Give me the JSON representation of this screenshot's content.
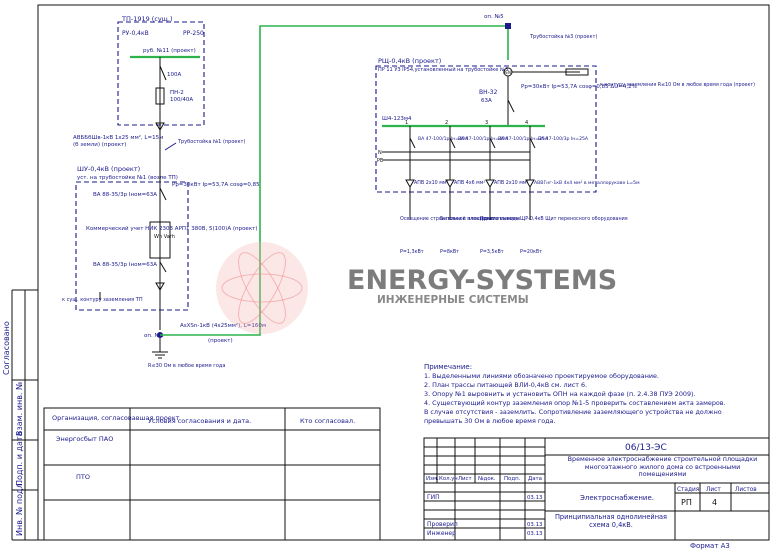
{
  "tp": {
    "title": "ТП-1919 (сущ.)",
    "ru": "РУ-0,4кВ",
    "rp": "РР-250",
    "cell": "руб. №11 (проект)",
    "current": "100А",
    "fuse": "ПН-2",
    "fuse_rating": "100/40А"
  },
  "cable_main": {
    "label": "АВББбШв-1кВ 1х25 мм², L=15м",
    "note": "(б земли) (проект)"
  },
  "pillar1": {
    "label": "Трубостойка №1 (проект)",
    "number": "оп. №1",
    "ground": "R≤30 Ом в любое время года"
  },
  "pillar5": {
    "label": "оп. №5",
    "stand": "Трубостойка №3 (проект)"
  },
  "shu": {
    "title": "ШУ-0,4кВ (проект)",
    "note": "уст. на трубостойке №1 (возле ТП)",
    "breaker1": "ВА 88-35/3р Iном=63А",
    "params": "Рр=30кВт Iр=53,7А cosφ=0,85",
    "meter": "Коммерческий учет НИК 2303 АРП1 380В, 5(100)А (проект)",
    "meter_sym": "Wh Varh",
    "breaker2": "ВА 88-35/3р Iном=63А",
    "ground": "к сущ. контуру заземления ТП"
  },
  "cable_line": {
    "label": "АsXSn-1кВ (4х25мм²), L=160м",
    "note": "(проект)"
  },
  "rsh": {
    "title": "РЩ-0,4кВ (проект)",
    "note": "ПР 11 УЗ IP54,установленный на трубостойке №3",
    "switch": "ВН-32",
    "switch_rating": "63А",
    "params": "Рр=30кВт Iр=53,7А cosφ=0,85 ΔU=4,2%",
    "bus": "Ш4-123м4",
    "pe_note": "к контуру заземления R≤10 Ом в любое время года (проект)",
    "lines": [
      {
        "br": "ВА 47-100/1р Iн=40А",
        "n": "1",
        "cable": "АПВ 2х10 мм²",
        "load": "Освещение строительной площадки",
        "p": "Р=1,3кВт"
      },
      {
        "br": "ВА 47-100/1р Iн=40А",
        "n": "2",
        "cable": "АПВ 4х6 мм²",
        "load": "Бытовки с электро отоплением",
        "p": "Р=8кВт"
      },
      {
        "br": "ВА 47-100/1р Iн=25А",
        "n": "3",
        "cable": "АПВ 2х10 мм²",
        "load": "Прочие выводы",
        "p": "Р=3,5кВт"
      },
      {
        "br": "ВА 47-100/3р Iн=25А",
        "n": "4",
        "cable": "АВВГнг-1кВ 4х4 мм² в металлорукаве L=5м",
        "load": "ЩР-0,4кВ Щит переносного оборудования",
        "p": "Р=20кВт"
      }
    ]
  },
  "watermark": {
    "brand": "ENERGY-SYSTEMS",
    "tagline": "ИНЖЕНЕРНЫЕ СИСТЕМЫ"
  },
  "notes": {
    "heading": "Примечание:",
    "items": [
      "1. Выделенными линиями обозначено проектируемое оборудование.",
      "2. План трассы питающей ВЛИ-0,4кВ см. лист 6.",
      "3. Опору №1 выровнить и установить ОПН на каждой фазе (п. 2.4.38 ПУЭ 2009).",
      "4. Существующий контур заземления опор №1-5 проверить составлением акта замеров.",
      "В случае отсутствия - заземлить. Сопротивление заземляющего устройства не должно",
      "превышать 30 Ом в любое время года."
    ]
  },
  "approval": {
    "col1": "Организация, согласовавшая проект",
    "col2": "Условия согласования и дата.",
    "col3": "Кто согласовал.",
    "rows": [
      "Энергосбыт ПАО",
      "ПТО"
    ]
  },
  "side_labels": [
    "Согласовано",
    "Инв. № подл.",
    "Подп. и дата",
    "Взам. инв. №"
  ],
  "stamp": {
    "code": "06/13-ЭС",
    "title": "Временное электроснабжение строительной площадки многоэтажного жилого дома со встроенными помещениями",
    "headers": [
      "Изм.",
      "Кол.уч",
      "Лист",
      "№док.",
      "Подп.",
      "Дата"
    ],
    "roles": [
      "ГИП",
      "Проверил",
      "Инженер"
    ],
    "dates": [
      "03.13",
      "03.13",
      "03.13"
    ],
    "section": "Электроснабжение.",
    "sheet_title": "Принципиальная однолинейная схема 0,4кВ.",
    "stage_h": "Стадия",
    "sheet_h": "Лист",
    "sheets_h": "Листов",
    "stage": "РП",
    "sheet": "4",
    "sheets": ""
  },
  "format": "Формат А3"
}
